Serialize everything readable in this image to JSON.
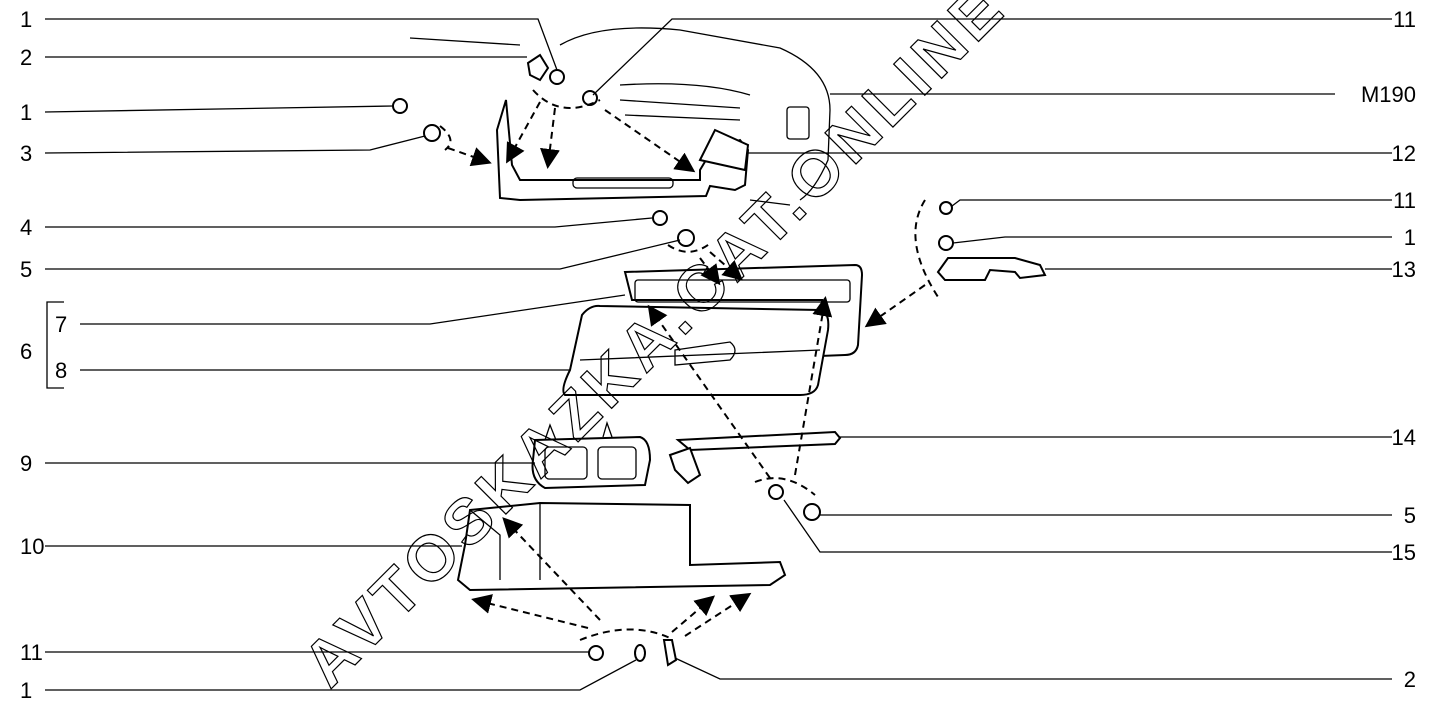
{
  "diagram": {
    "title": "M190",
    "group_label": "6",
    "left_callouts": [
      "1",
      "2",
      "1",
      "3",
      "4",
      "5",
      "7",
      "8",
      "9",
      "10",
      "11",
      "1"
    ],
    "right_callouts": [
      "11",
      "12",
      "11",
      "1",
      "13",
      "14",
      "5",
      "15",
      "2"
    ],
    "watermark": "AVTOSKAZKA.CAT.ONLINE"
  }
}
